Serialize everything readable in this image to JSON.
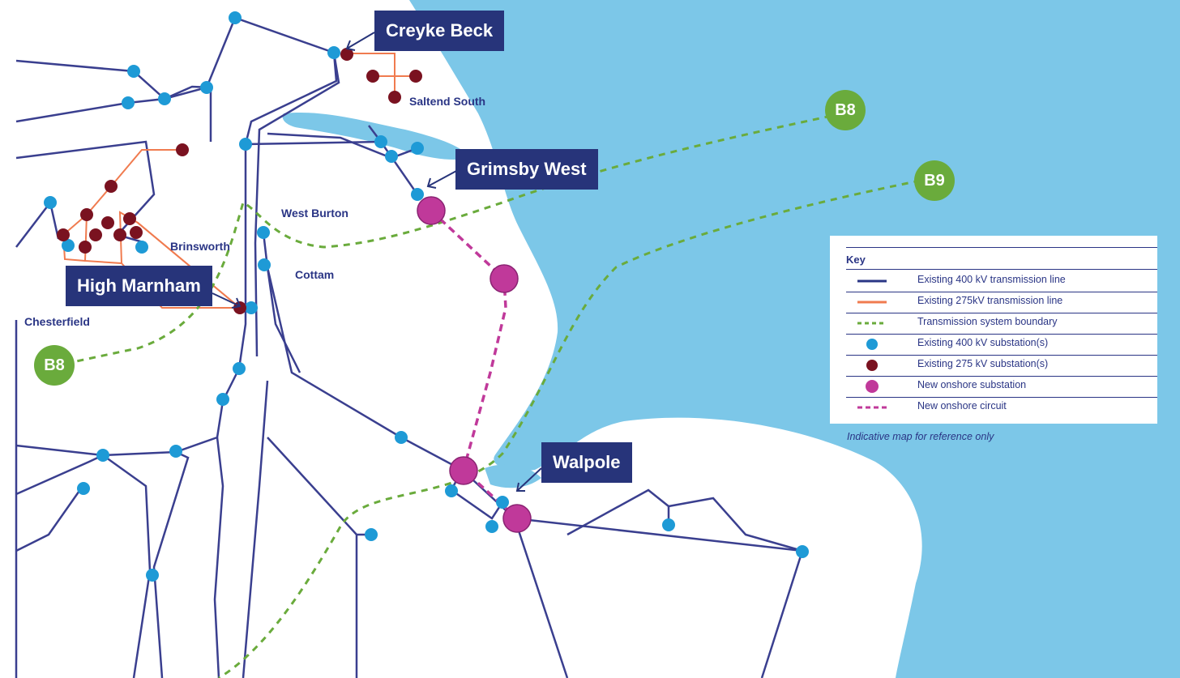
{
  "colors": {
    "sea": "#7cc7e8",
    "land": "#ffffff",
    "line_400kv": "#3a3f8f",
    "line_275kv": "#f07b4f",
    "boundary": "#6aab3c",
    "substation_400kv": "#1e9ad6",
    "substation_275kv": "#7a1220",
    "new_substation": "#c0399a",
    "new_circuit": "#c0399a",
    "callout": "#27347a",
    "label_text": "#2a3585"
  },
  "callouts": {
    "creyke_beck": "Creyke Beck",
    "grimsby_west": "Grimsby West",
    "high_marnham": "High Marnham",
    "walpole": "Walpole"
  },
  "places": {
    "saltend_south": "Saltend South",
    "west_burton": "West Burton",
    "brinsworth": "Brinsworth",
    "cottam": "Cottam",
    "chesterfield": "Chesterfield"
  },
  "boundaries": {
    "b8_east": "B8",
    "b9_east": "B9",
    "b8_west": "B8"
  },
  "legend": {
    "title": "Key",
    "items": [
      {
        "label": "Existing 400 kV transmission line",
        "icon": "line-400kv-icon"
      },
      {
        "label": "Existing 275kV transmission line",
        "icon": "line-275kv-icon"
      },
      {
        "label": "Transmission system boundary",
        "icon": "boundary-icon"
      },
      {
        "label": "Existing 400 kV substation(s)",
        "icon": "substation-400kv-icon"
      },
      {
        "label": "Existing 275 kV substation(s)",
        "icon": "substation-275kv-icon"
      },
      {
        "label": "New onshore substation",
        "icon": "new-substation-icon"
      },
      {
        "label": "New onshore circuit",
        "icon": "new-circuit-icon"
      }
    ]
  },
  "note": "Indicative map for reference only"
}
